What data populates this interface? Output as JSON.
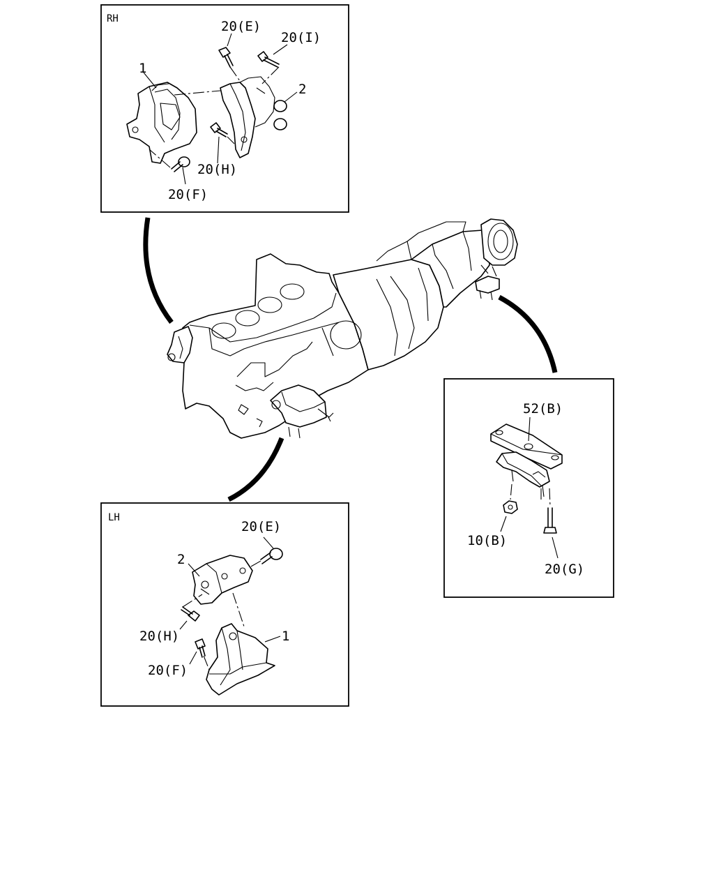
{
  "panels": {
    "rh": {
      "title": "RH",
      "callouts": {
        "p1": "1",
        "p2": "2",
        "b20e": "20(E)",
        "b20i": "20(I)",
        "b20h": "20(H)",
        "b20f": "20(F)"
      }
    },
    "lh": {
      "title": "LH",
      "callouts": {
        "p1": "1",
        "p2": "2",
        "b20e": "20(E)",
        "b20h": "20(H)",
        "b20f": "20(F)"
      }
    },
    "rear": {
      "callouts": {
        "p52b": "52(B)",
        "n10b": "10(B)",
        "b20g": "20(G)"
      }
    }
  }
}
